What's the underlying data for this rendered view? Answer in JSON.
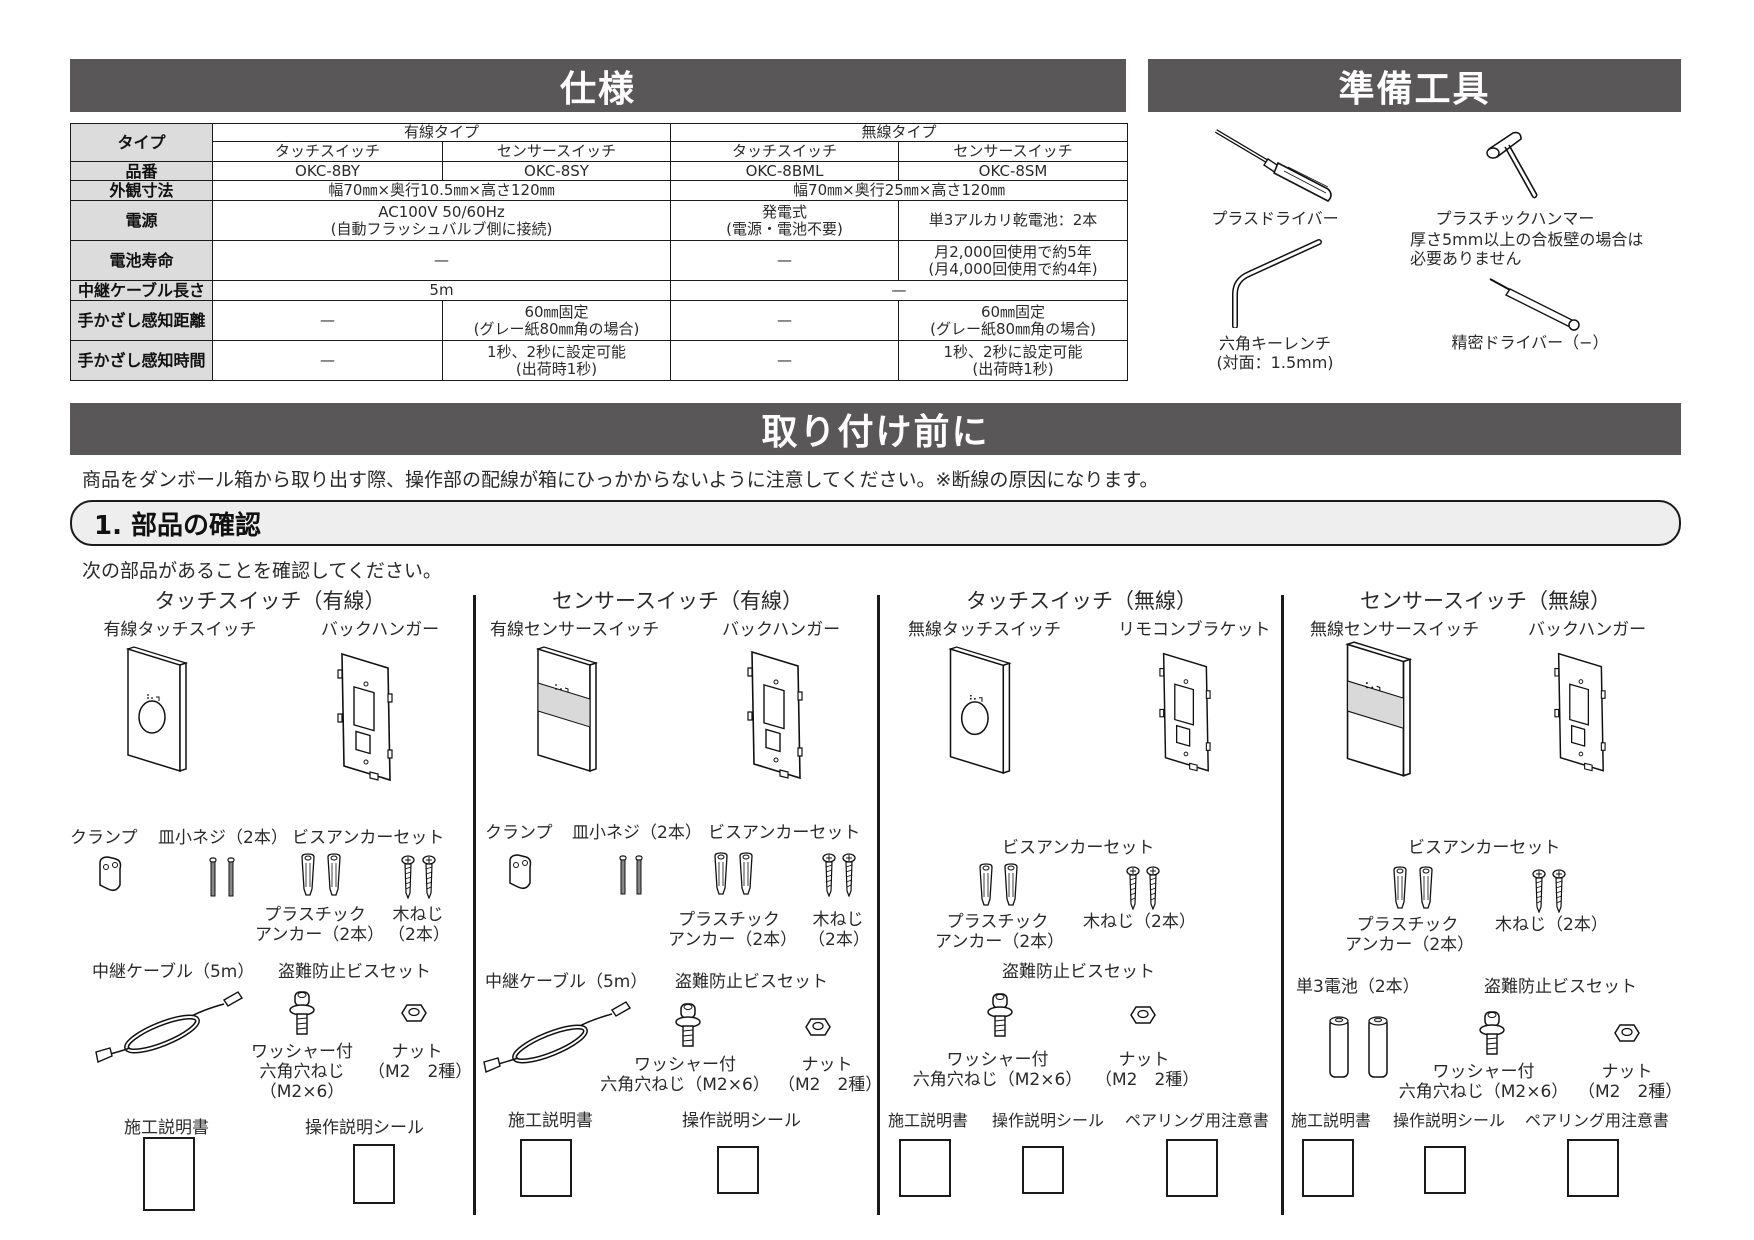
{
  "headers": {
    "spec": "仕様",
    "tools": "準備工具",
    "before": "取り付け前に"
  },
  "spec_table": {
    "type_label": "タイプ",
    "groups": [
      "有線タイプ",
      "無線タイプ"
    ],
    "subtypes": [
      "タッチスイッチ",
      "センサースイッチ",
      "タッチスイッチ",
      "センサースイッチ"
    ],
    "rows": {
      "model": {
        "label": "品番",
        "values": [
          "OKC-8BY",
          "OKC-8SY",
          "OKC-8BML",
          "OKC-8SM"
        ]
      },
      "dimensions": {
        "label": "外観寸法",
        "wired": "幅70㎜×奥行10.5㎜×高さ120㎜",
        "wireless": "幅70㎜×奥行25㎜×高さ120㎜"
      },
      "power": {
        "label": "電源",
        "wired_line1": "AC100V 50/60Hz",
        "wired_line2": "(自動フラッシュバルブ側に接続)",
        "wl_touch_line1": "発電式",
        "wl_touch_line2": "(電源・電池不要)",
        "wl_sensor": "単3アルカリ乾電池：2本"
      },
      "battery_life": {
        "label": "電池寿命",
        "wired": "—",
        "wl_touch": "—",
        "wl_sensor_line1": "月2,000回使用で約5年",
        "wl_sensor_line2": "(月4,000回使用で約4年)"
      },
      "cable_length": {
        "label": "中継ケーブル長さ",
        "wired": "5m",
        "wireless": "—"
      },
      "detect_distance": {
        "label": "手かざし感知距離",
        "touch": "—",
        "sensor_line1": "60㎜固定",
        "sensor_line2": "(グレー紙80㎜角の場合)"
      },
      "detect_time": {
        "label": "手かざし感知時間",
        "touch": "—",
        "sensor_line1": "1秒、2秒に設定可能",
        "sensor_line2": "(出荷時1秒)"
      }
    }
  },
  "tools": {
    "phillips": "プラスドライバー",
    "hammer": "プラスチックハンマー",
    "hammer_note_line1": "厚さ5mm以上の合板壁の場合は",
    "hammer_note_line2": "必要ありません",
    "hex_key_line1": "六角キーレンチ",
    "hex_key_line2": "(対面：1.5mm)",
    "precision": "精密ドライバー（−）"
  },
  "before": {
    "notice": "商品をダンボール箱から取り出す際、操作部の配線が箱にひっかからないように注意してください。※断線の原因になります。",
    "section_title": "1. 部品の確認",
    "confirm": "次の部品があることを確認してください。"
  },
  "parts": {
    "col1": {
      "title": "タッチスイッチ（有線）",
      "main": "有線タッチスイッチ",
      "hanger": "バックハンガー",
      "clamp": "クランプ",
      "screws": "皿小ネジ（2本）",
      "anchor_set": "ビスアンカーセット",
      "anchor_line1": "プラスチック",
      "anchor_line2": "アンカー（2本）",
      "wood_line1": "木ねじ",
      "wood_line2": "（2本）",
      "cable": "中継ケーブル（5m）",
      "theft_set": "盗難防止ビスセット",
      "hex_line1": "ワッシャー付",
      "hex_line2": "六角穴ねじ",
      "hex_line3": "（M2×6）",
      "nut_line1": "ナット",
      "nut_line2": "（M2　2種）",
      "manual": "施工説明書",
      "sticker": "操作説明シール"
    },
    "col2": {
      "title": "センサースイッチ（有線）",
      "main": "有線センサースイッチ",
      "hanger": "バックハンガー",
      "clamp": "クランプ",
      "screws": "皿小ネジ（2本）",
      "anchor_set": "ビスアンカーセット",
      "anchor_line1": "プラスチック",
      "anchor_line2": "アンカー（2本）",
      "wood_line1": "木ねじ",
      "wood_line2": "（2本）",
      "cable": "中継ケーブル（5m）",
      "theft_set": "盗難防止ビスセット",
      "hex_line1": "ワッシャー付",
      "hex_line2": "六角穴ねじ（M2×6）",
      "nut_line1": "ナット",
      "nut_line2": "（M2　2種）",
      "manual": "施工説明書",
      "sticker": "操作説明シール"
    },
    "col3": {
      "title": "タッチスイッチ（無線）",
      "main": "無線タッチスイッチ",
      "bracket": "リモコンブラケット",
      "anchor_set": "ビスアンカーセット",
      "anchor_line1": "プラスチック",
      "anchor_line2": "アンカー（2本）",
      "wood": "木ねじ（2本）",
      "theft_set": "盗難防止ビスセット",
      "hex_line1": "ワッシャー付",
      "hex_line2": "六角穴ねじ（M2×6）",
      "nut_line1": "ナット",
      "nut_line2": "（M2　2種）",
      "manual": "施工説明書",
      "sticker": "操作説明シール",
      "pairing": "ペアリング用注意書"
    },
    "col4": {
      "title": "センサースイッチ（無線）",
      "main": "無線センサースイッチ",
      "hanger": "バックハンガー",
      "anchor_set": "ビスアンカーセット",
      "anchor_line1": "プラスチック",
      "anchor_line2": "アンカー（2本）",
      "wood": "木ねじ（2本）",
      "battery": "単3電池（2本）",
      "theft_set": "盗難防止ビスセット",
      "hex_line1": "ワッシャー付",
      "hex_line2": "六角穴ねじ（M2×6）",
      "nut_line1": "ナット",
      "nut_line2": "（M2　2種）",
      "manual": "施工説明書",
      "sticker": "操作説明シール",
      "pairing": "ペアリング用注意書"
    }
  },
  "colors": {
    "header_bar": "#595757",
    "label_cell": "#dcdcdc",
    "section_pill": "#eeeeee",
    "sensor_band": "#d9d9d9"
  }
}
